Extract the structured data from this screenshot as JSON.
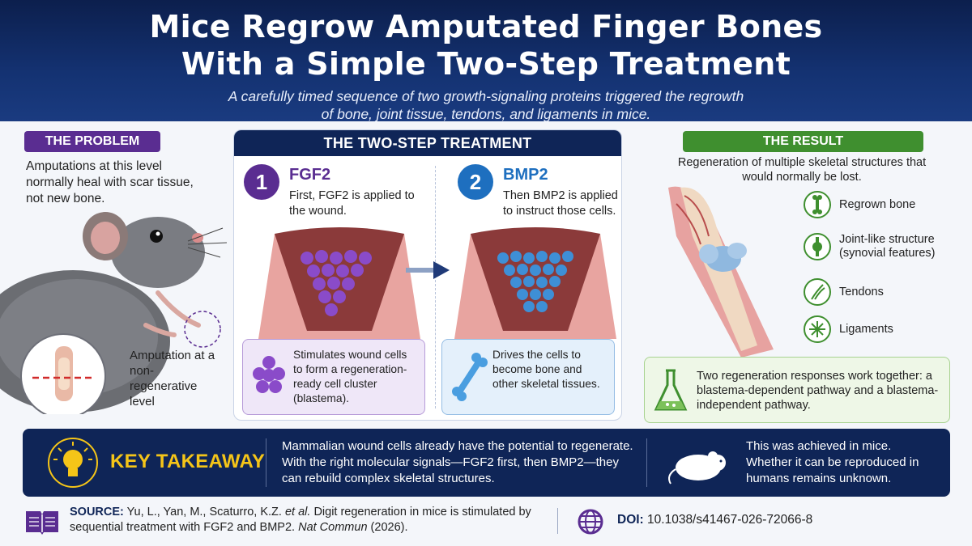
{
  "header": {
    "title_line1": "Mice Regrow Amputated Finger Bones",
    "title_line2": "With a Simple Two-Step Treatment",
    "subtitle_line1": "A carefully timed sequence of two growth-signaling proteins triggered the regrowth",
    "subtitle_line2": "of bone, joint tissue, tendons, and ligaments in mice."
  },
  "problem": {
    "label": "THE PROBLEM",
    "text": "Amputations at this level normally heal with scar tissue, not new bone.",
    "amputation_text": "Amputation at a non-regenerative level"
  },
  "treatment": {
    "label": "THE TWO-STEP TREATMENT",
    "steps": [
      {
        "number": "1",
        "name": "FGF2",
        "desc": "First, FGF2 is applied to the wound.",
        "effect": "Stimulates wound cells to form a regeneration-ready cell cluster (blastema)."
      },
      {
        "number": "2",
        "name": "BMP2",
        "desc": "Then BMP2 is applied to instruct those cells.",
        "effect": "Drives the cells to become bone and other skeletal tissues."
      }
    ]
  },
  "result": {
    "label": "THE RESULT",
    "desc": "Regeneration of multiple skeletal structures that would normally be lost.",
    "items": [
      {
        "label": "Regrown bone",
        "icon": "bone-icon"
      },
      {
        "label": "Joint-like structure (synovial features)",
        "icon": "joint-icon"
      },
      {
        "label": "Tendons",
        "icon": "tendon-icon"
      },
      {
        "label": "Ligaments",
        "icon": "ligament-icon"
      }
    ],
    "summary": "Two regeneration responses work together: a blastema-dependent pathway and a blastema-independent pathway."
  },
  "takeaway": {
    "label": "KEY TAKEAWAY",
    "text": "Mammalian wound cells already have the potential to regenerate. With the right molecular signals—FGF2 first, then BMP2—they can rebuild complex skeletal structures.",
    "note": "This was achieved in mice. Whether it can be reproduced in humans remains unknown."
  },
  "footer": {
    "source_label": "SOURCE:",
    "source_authors": "Yu, L., Yan, M., Scaturro, K.Z.",
    "source_etal": "et al.",
    "source_title": "Digit regeneration in mice is stimulated by sequential treatment with FGF2 and BMP2.",
    "source_journal": "Nat Commun",
    "source_year": "(2026).",
    "doi_label": "DOI:",
    "doi": "10.1038/s41467-026-72066-8"
  },
  "colors": {
    "navy": "#0f2557",
    "purple": "#5a2d91",
    "blue": "#1e6fbf",
    "green": "#3f8f2f",
    "gold": "#f5c518"
  }
}
